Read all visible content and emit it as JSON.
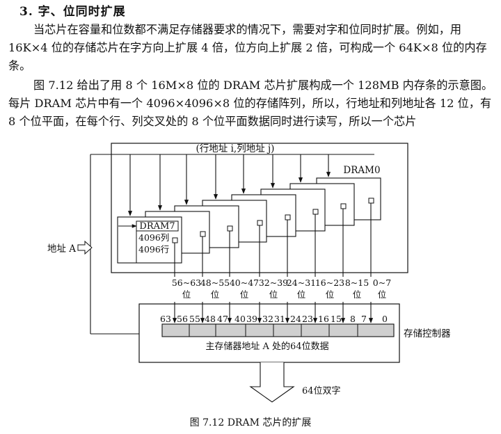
{
  "section_title": "3. 字、位同时扩展",
  "paragraph1": "当芯片在容量和位数都不满足存储器要求的情况下，需要对字和位同时扩展。例如，用16K×4 位的存储芯片在字方向上扩展 4 倍，位方向上扩展 2 倍，可构成一个 64K×8 位的内存条。",
  "paragraph2": "图 7.12 给出了用 8 个 16M×8 位的 DRAM 芯片扩展构成一个 128MB 内存条的示意图。每片 DRAM 芯片中有一个 4096×4096×8 位的存储阵列，所以，行地址和列地址各 12 位，有 8 个位平面，在每个行、列交叉处的 8 个位平面数据同时进行读写，所以一个芯片",
  "diagram": {
    "row_col_label": "(行地址 i,列地址 j)",
    "dram0_label": "DRAM0",
    "dram7_label": "DRAM7",
    "cols_label": "4096列",
    "rows_label": "4096行",
    "address_label": "地址 A",
    "bit_groups": [
      {
        "range": "56~63",
        "unit": "位"
      },
      {
        "range": "48~55",
        "unit": "位"
      },
      {
        "range": "40~47",
        "unit": "位"
      },
      {
        "range": "32~39",
        "unit": "位"
      },
      {
        "range": "24~31",
        "unit": "位"
      },
      {
        "range": "16~23",
        "unit": "位"
      },
      {
        "range": "8~15",
        "unit": "位"
      },
      {
        "range": "0~7",
        "unit": "位"
      }
    ],
    "register_bits": [
      "63",
      "56",
      "55",
      "48",
      "47",
      "40",
      "39",
      "32",
      "31",
      "24",
      "23",
      "16",
      "15",
      "8",
      "7",
      "0"
    ],
    "register_caption": "主存储器地址 A 处的64位数据",
    "controller_label": "存储控制器",
    "output_label": "64位双字"
  },
  "figure_caption": "图 7.12   DRAM 芯片的扩展"
}
